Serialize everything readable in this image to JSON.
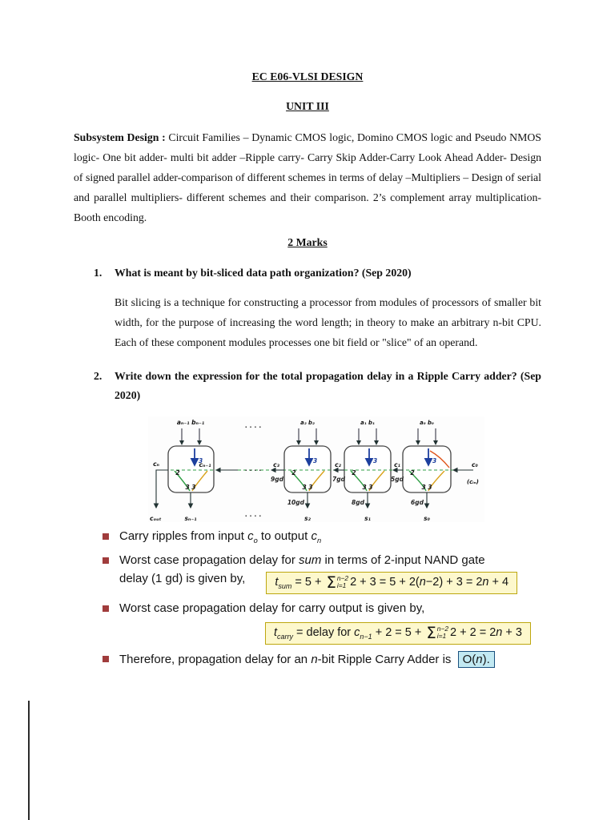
{
  "doc": {
    "title": "EC E06-VLSI DESIGN",
    "unit": "UNIT III",
    "intro_label": "Subsystem Design :",
    "intro_text": " Circuit Families – Dynamic CMOS logic, Domino CMOS logic and Pseudo NMOS logic- One bit adder- multi bit adder –Ripple carry- Carry Skip Adder-Carry Look Ahead Adder- Design of signed parallel adder-comparison of different schemes in terms of delay –Multipliers – Design of serial and parallel multipliers- different schemes and their comparison. 2’s complement array multiplication-Booth encoding.",
    "section": "2 Marks",
    "q1_num": "1.",
    "q1_text": "What is meant by bit-sliced data path organization? (Sep 2020)",
    "q1_answer": "Bit slicing is a technique for constructing a processor from modules of processors of smaller bit width, for the purpose of increasing the word length; in theory to make an arbitrary n-bit CPU. Each of these component modules processes one bit field or \"slice\" of an operand.",
    "q2_num": "2.",
    "q2_text": "Write down the expression for the total propagation delay in a Ripple Carry adder? (Sep 2020)"
  },
  "figure": {
    "top_pair_left": "aₙ₋₁ bₙ₋₁",
    "top_pair_2": "a₂ b₂",
    "top_pair_1": "a₁ b₁",
    "top_pair_0": "a₀ b₀",
    "dots": "· · · ·",
    "cn": "cₙ",
    "cn1": "cₙ₋₁",
    "c3": "c₃",
    "c2": "c₂",
    "c1": "c₁",
    "c0": "c₀",
    "cin": "(cᵢₙ)",
    "gd9": "9gd",
    "gd7": "7gd",
    "gd5": "5gd",
    "gd10": "10gd",
    "gd8": "8gd",
    "gd6": "6gd",
    "cout": "cₒᵤₜ",
    "sn1": "sₙ₋₁",
    "s2": "s₂",
    "s1": "s₁",
    "s0": "s₀",
    "three": "3",
    "two": "2",
    "threes": "3 3"
  },
  "bullets": {
    "b1": [
      {
        "t": "t",
        "v": "Carry ripples from input "
      },
      {
        "t": "i",
        "v": "c"
      },
      {
        "t": "sub",
        "v": "o"
      },
      {
        "t": "t",
        "v": " to output "
      },
      {
        "t": "i",
        "v": "c"
      },
      {
        "t": "sub",
        "v": "n"
      }
    ],
    "b2_line1": [
      {
        "t": "t",
        "v": "Worst case propagation delay for "
      },
      {
        "t": "i",
        "v": "sum"
      },
      {
        "t": "t",
        "v": " in terms of 2-input NAND gate"
      }
    ],
    "b2_line2": [
      {
        "t": "t",
        "v": "delay (1 gd) is given by,"
      }
    ],
    "f_sum": [
      {
        "t": "i",
        "v": "t"
      },
      {
        "t": "sub",
        "v": "sum"
      },
      {
        "t": "t",
        "v": " = 5 + "
      },
      {
        "t": "sigma",
        "sup": "n−2",
        "sub": "i=1"
      },
      {
        "t": "t",
        "v": "2 + 3 = 5 + 2("
      },
      {
        "t": "i",
        "v": "n"
      },
      {
        "t": "t",
        "v": "−2) + 3 = 2"
      },
      {
        "t": "i",
        "v": "n"
      },
      {
        "t": "t",
        "v": " + 4"
      }
    ],
    "b3": [
      {
        "t": "t",
        "v": "Worst case propagation delay for carry output is given by,"
      }
    ],
    "f_carry": [
      {
        "t": "i",
        "v": "t"
      },
      {
        "t": "sub",
        "v": "carry"
      },
      {
        "t": "t",
        "v": " = delay for "
      },
      {
        "t": "i",
        "v": "c"
      },
      {
        "t": "sub",
        "v": "n−1"
      },
      {
        "t": "t",
        "v": " + 2 = 5 + "
      },
      {
        "t": "sigma",
        "sup": "n−2",
        "sub": "i=1"
      },
      {
        "t": "t",
        "v": "2 + 2 = 2"
      },
      {
        "t": "i",
        "v": "n"
      },
      {
        "t": "t",
        "v": " + 3"
      }
    ],
    "b4": [
      {
        "t": "t",
        "v": "Therefore, propagation delay for an "
      },
      {
        "t": "i",
        "v": "n"
      },
      {
        "t": "t",
        "v": "-bit Ripple Carry Adder is "
      },
      {
        "t": "box",
        "segs": [
          {
            "t": "t",
            "v": "O("
          },
          {
            "t": "i",
            "v": "n"
          },
          {
            "t": "t",
            "v": ")."
          }
        ]
      }
    ]
  },
  "colors": {
    "bullet_square": "#a03c3c",
    "formula_box_bg": "#fdf8cd",
    "formula_box_border": "#bda70f",
    "result_box_bg": "#c2e9f2",
    "result_box_border": "#19507e",
    "figure_green": "#2f9e44",
    "figure_blue": "#1d3f9e",
    "figure_orange": "#d9a21b"
  }
}
